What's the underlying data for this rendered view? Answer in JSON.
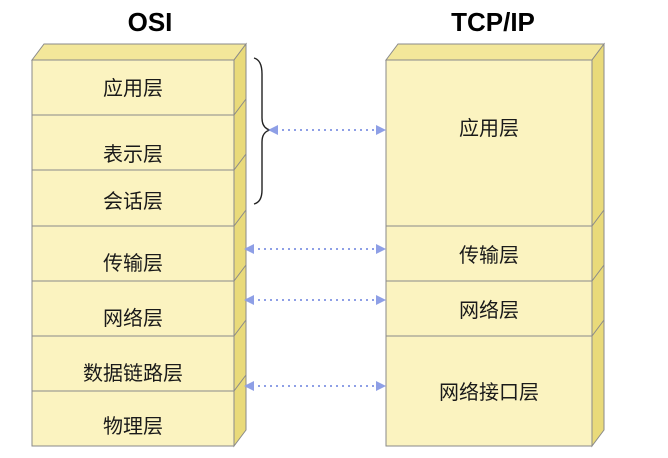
{
  "osi": {
    "title": "OSI",
    "layers": [
      "应用层",
      "表示层",
      "会话层",
      "传输层",
      "网络层",
      "数据链路层",
      "物理层"
    ]
  },
  "tcpip": {
    "title": "TCP/IP",
    "layers": [
      "应用层",
      "传输层",
      "网络层",
      "网络接口层"
    ]
  },
  "colors": {
    "box_fill": "#fbf3c0",
    "box_top": "#f3e79a",
    "box_side": "#e9da7a",
    "outline": "#8a8a8a",
    "arrow": "#8e9fe6"
  }
}
